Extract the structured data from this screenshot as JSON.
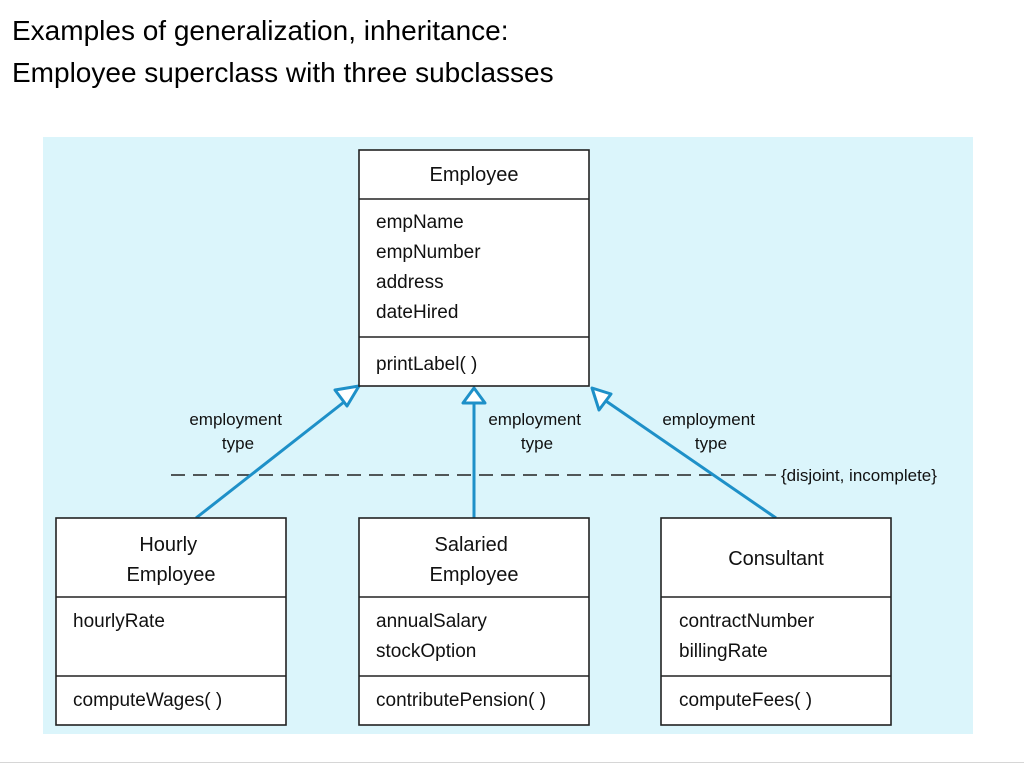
{
  "title": {
    "line1": "Examples of generalization, inheritance:",
    "line2": "Employee superclass with three subclasses"
  },
  "colors": {
    "panel_background": "#dbf5fb",
    "generalization_line": "#1e90c8",
    "box_border": "#222222",
    "box_fill": "#ffffff"
  },
  "diagram": {
    "superclass": {
      "name": "Employee",
      "attributes": [
        "empName",
        "empNumber",
        "address",
        "dateHired"
      ],
      "operations": [
        "printLabel( )"
      ]
    },
    "subclasses": [
      {
        "name": [
          "Hourly",
          "Employee"
        ],
        "attributes": [
          "hourlyRate"
        ],
        "operations": [
          "computeWages( )"
        ]
      },
      {
        "name": [
          "Salaried",
          "Employee"
        ],
        "attributes": [
          "annualSalary",
          "stockOption"
        ],
        "operations": [
          "contributePension( )"
        ]
      },
      {
        "name": [
          "Consultant"
        ],
        "attributes": [
          "contractNumber",
          "billingRate"
        ],
        "operations": [
          "computeFees( )"
        ]
      }
    ],
    "relationship_labels": [
      [
        "employment",
        "type"
      ],
      [
        "employment",
        "type"
      ],
      [
        "employment",
        "type"
      ]
    ],
    "constraint": "{disjoint, incomplete}"
  }
}
